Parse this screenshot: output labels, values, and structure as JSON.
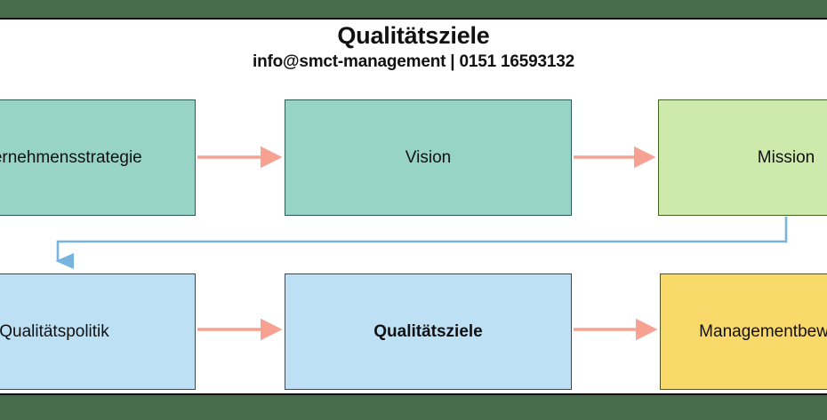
{
  "page": {
    "title": "Qualitätsziele",
    "subtitle": "info@smct-management | 0151 16593132",
    "band_color": "#476c4c"
  },
  "diagram": {
    "type": "flow",
    "colors": {
      "mint": "#97d4c6",
      "green": "#cdeaac",
      "blue": "#bee0f5",
      "yellow": "#fad96b",
      "arrow_salmon": "#f6a191",
      "arrow_blue": "#77b5e0"
    },
    "nodes": [
      {
        "id": "unternehmensstrategie",
        "label": "Unternehmensstrategie",
        "color": "mint",
        "row": 1,
        "col": 1,
        "bold": false,
        "clipped": "left"
      },
      {
        "id": "vision",
        "label": "Vision",
        "color": "mint",
        "row": 1,
        "col": 2,
        "bold": false,
        "clipped": "none"
      },
      {
        "id": "mission",
        "label": "Mission",
        "color": "green",
        "row": 1,
        "col": 3,
        "bold": false,
        "clipped": "right"
      },
      {
        "id": "qualitaetspolitik",
        "label": "Qualitätspolitik",
        "color": "blue",
        "row": 2,
        "col": 1,
        "bold": false,
        "clipped": "left"
      },
      {
        "id": "qualitaetsziele",
        "label": "Qualitätsziele",
        "color": "blue",
        "row": 2,
        "col": 2,
        "bold": true,
        "clipped": "none"
      },
      {
        "id": "managementbewertung",
        "label": "Managementbewertung",
        "color": "yellow",
        "row": 2,
        "col": 3,
        "bold": false,
        "clipped": "right"
      }
    ],
    "edges": [
      {
        "from": "unternehmensstrategie",
        "to": "vision",
        "style": "straight",
        "color": "salmon"
      },
      {
        "from": "vision",
        "to": "mission",
        "style": "straight",
        "color": "salmon"
      },
      {
        "from": "mission",
        "to": "qualitaetspolitik",
        "style": "elbow",
        "color": "blue"
      },
      {
        "from": "qualitaetspolitik",
        "to": "qualitaetsziele",
        "style": "straight",
        "color": "salmon"
      },
      {
        "from": "qualitaetsziele",
        "to": "managementbewertung",
        "style": "straight",
        "color": "salmon"
      }
    ]
  }
}
